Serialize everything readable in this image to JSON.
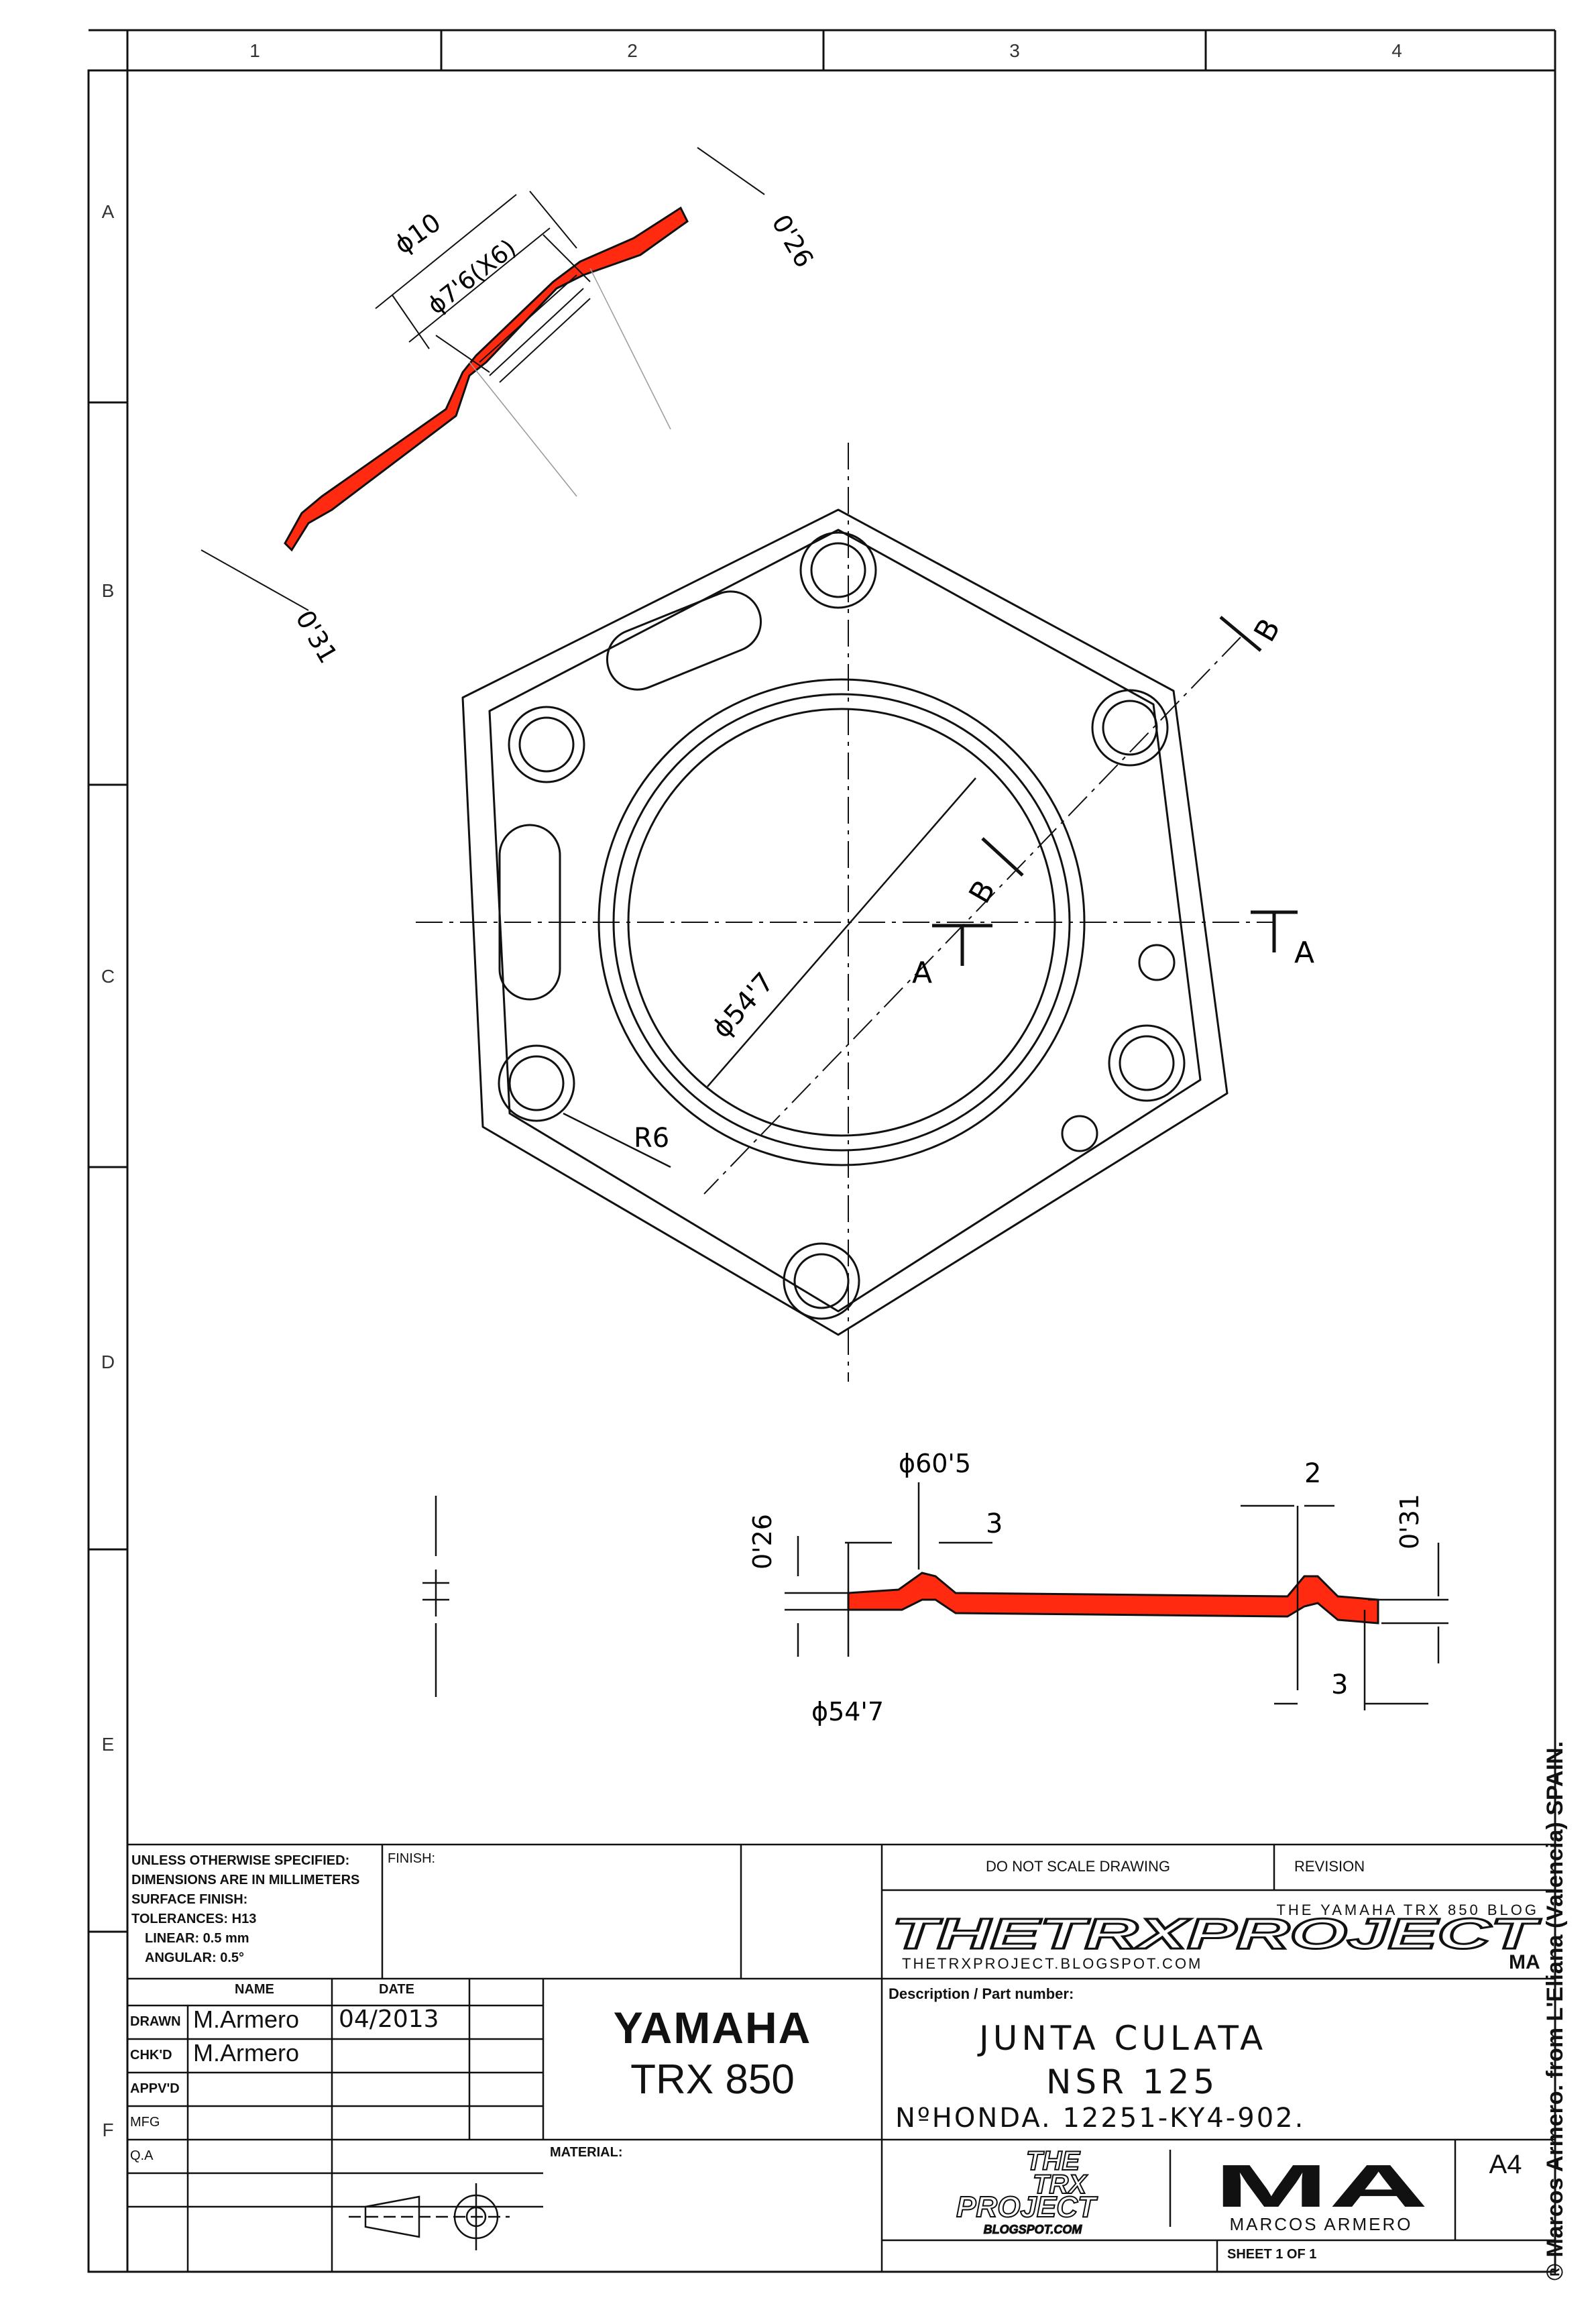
{
  "frame": {
    "columns": [
      "1",
      "2",
      "3",
      "4"
    ],
    "rows": [
      "A",
      "B",
      "C",
      "D",
      "E",
      "F"
    ]
  },
  "dimensions": {
    "top_view": {
      "d10": "ϕ10",
      "d76": "ϕ7'6(X6)",
      "t026": "0'26",
      "t031": "0'31"
    },
    "main_view": {
      "d547": "ϕ54'7",
      "r6": "R6",
      "section_a_left": "A",
      "section_a_right": "A",
      "section_b_top": "B",
      "section_b_mid": "B"
    },
    "section_view": {
      "d605": "ϕ60'5",
      "d547": "ϕ54'7",
      "t026": "0'26",
      "t031": "0'31",
      "w3_left": "3",
      "w2": "2",
      "w3_right": "3"
    }
  },
  "title_block": {
    "notes": {
      "line1": "UNLESS OTHERWISE SPECIFIED:",
      "line2": "DIMENSIONS ARE IN MILLIMETERS",
      "line3": "SURFACE FINISH:",
      "line4": "TOLERANCES: H13",
      "line5": "LINEAR: 0.5 mm",
      "line6": "ANGULAR: 0.5°"
    },
    "finish_label": "FINISH:",
    "do_not_scale": "DO NOT SCALE DRAWING",
    "revision_label": "REVISION",
    "brand": {
      "top": "THE YAMAHA TRX 850 BLOG",
      "main": "THETRXPROJECT",
      "url": "THETRXPROJECT.BLOGSPOT.COM",
      "mark": "MA"
    },
    "headers": {
      "name": "NAME",
      "date": "DATE"
    },
    "rows": {
      "drawn": "DRAWN",
      "checked": "CHK'D",
      "approved": "APPV'D",
      "mfg": "MFG",
      "qa": "Q.A"
    },
    "drawn_name": "M.Armero",
    "drawn_date": "04/2013",
    "checked_name": "M.Armero",
    "model": {
      "make": "YAMAHA",
      "name": "TRX 850"
    },
    "description_label": "Description / Part number:",
    "description": {
      "line1": "JUNTA CULATA",
      "line2": "NSR 125",
      "line3": "NºHONDA. 12251-KY4-902."
    },
    "material_label": "MATERIAL:",
    "logo_small": {
      "line1": "THE",
      "line2": "TRX",
      "line3": "PROJECT",
      "line4": "BLOGSPOT.COM"
    },
    "logo_ma": {
      "mark": "MA",
      "text": "MARCOS ARMERO"
    },
    "size": "A4",
    "sheet": "SHEET 1 OF 1"
  },
  "credit": "® Marcos Armero. from L'Eliana (Valencia) SPAIN.",
  "colors": {
    "ink": "#111111",
    "highlight": "#ff2a10",
    "construction": "#999999"
  }
}
